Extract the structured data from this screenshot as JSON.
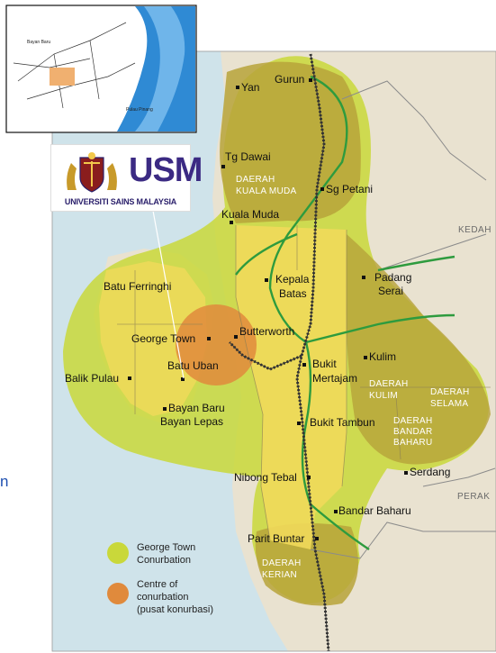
{
  "towns": [
    {
      "name": "Yan",
      "key": "yan"
    },
    {
      "name": "Gurun",
      "key": "gurun"
    },
    {
      "name": "Tg Dawai",
      "key": "tg-dawai"
    },
    {
      "name": "Sg Petani",
      "key": "sg-petani"
    },
    {
      "name": "Kuala Muda",
      "key": "kuala-muda"
    },
    {
      "name": "Kepala",
      "key": "kepala-1"
    },
    {
      "name": "Batas",
      "key": "kepala-2"
    },
    {
      "name": "Padang",
      "key": "padang-1"
    },
    {
      "name": "Serai",
      "key": "padang-2"
    },
    {
      "name": "Batu Ferringhi",
      "key": "batu-ferringhi"
    },
    {
      "name": "George Town",
      "key": "george-town"
    },
    {
      "name": "Butterworth",
      "key": "butterworth"
    },
    {
      "name": "Kulim",
      "key": "kulim"
    },
    {
      "name": "Balik Pulau",
      "key": "balik-pulau"
    },
    {
      "name": "Batu Uban",
      "key": "batu-uban"
    },
    {
      "name": "Bukit",
      "key": "bukit-1"
    },
    {
      "name": "Mertajam",
      "key": "bukit-2"
    },
    {
      "name": "Bayan Baru",
      "key": "bayan-baru"
    },
    {
      "name": "Bayan Lepas",
      "key": "bayan-lepas"
    },
    {
      "name": "Bukit Tambun",
      "key": "bukit-tambun"
    },
    {
      "name": "Serdang",
      "key": "serdang"
    },
    {
      "name": "Nibong Tebal",
      "key": "nibong-tebal"
    },
    {
      "name": "Bandar Baharu",
      "key": "bandar-baharu"
    },
    {
      "name": "Parit Buntar",
      "key": "parit-buntar"
    }
  ],
  "districts": [
    {
      "lines": [
        "DAERAH",
        "KUALA MUDA"
      ],
      "key": "kuala-muda"
    },
    {
      "lines": [
        "DAERAH",
        "KULIM"
      ],
      "key": "kulim"
    },
    {
      "lines": [
        "DAERAH",
        "SELAMA"
      ],
      "key": "selama"
    },
    {
      "lines": [
        "DAERAH",
        "BANDAR",
        "BAHARU"
      ],
      "key": "bandar-baharu"
    },
    {
      "lines": [
        "DAERAH",
        "KERIAN"
      ],
      "key": "kerian"
    }
  ],
  "states": [
    {
      "name": "KEDAH",
      "key": "kedah"
    },
    {
      "name": "PERAK",
      "key": "perak"
    }
  ],
  "legend": [
    {
      "lines": [
        "George Town",
        "Conurbation"
      ],
      "color": "#c9d83a"
    },
    {
      "lines": [
        "Centre of",
        "conurbation",
        "(pusat konurbasi)"
      ],
      "color": "#e08a3c"
    }
  ],
  "logo": {
    "short": "USM",
    "full": "UNIVERSITI SAINS MALAYSIA"
  },
  "inset": {
    "labels": [
      "Bayan Baru",
      "Pulau Pinang"
    ]
  },
  "side_char": "n",
  "colors": {
    "sea": "#cfe3ea",
    "land": "#e9e2d0",
    "conurbation": "#c9d83a",
    "centre": "#e08a3c",
    "district": "#b7a33a",
    "core": "#f1d95a",
    "highway": "#2e9b3e",
    "rail": "#333333"
  }
}
